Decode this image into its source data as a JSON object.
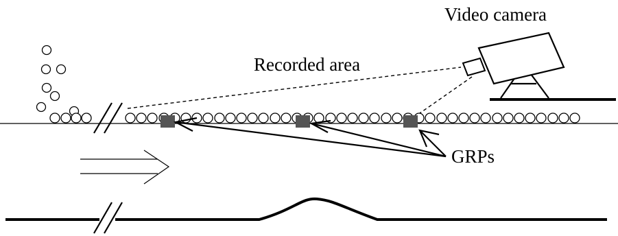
{
  "labels": {
    "camera": "Video camera",
    "recorded_area": "Recorded area",
    "grps": "GRPs"
  },
  "colors": {
    "ink": "#000000",
    "grp_marker": "#555555",
    "background": "#ffffff"
  },
  "icons": [
    "video-camera-icon",
    "flow-direction-arrow-icon",
    "break-mark-icon"
  ]
}
